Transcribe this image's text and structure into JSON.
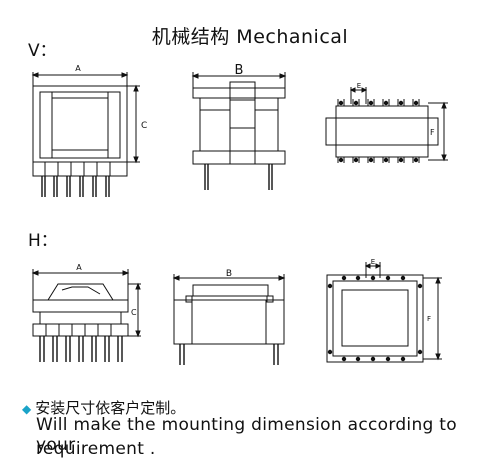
{
  "title": "机械结构  Mechanical",
  "sections": {
    "vertical_label": "V：",
    "horizontal_label": "H："
  },
  "dims": {
    "A": "A",
    "B": "B",
    "C": "C",
    "E": "E",
    "F": "F"
  },
  "note": {
    "bullet_icon": "diamond-bullet-icon",
    "cn": "安装尺寸依客户定制。",
    "en_line1": "Will make the mounting dimension according to your",
    "en_line2": "requirement ."
  },
  "colors": {
    "line": "#111111",
    "bullet": "#1aa3c8"
  }
}
